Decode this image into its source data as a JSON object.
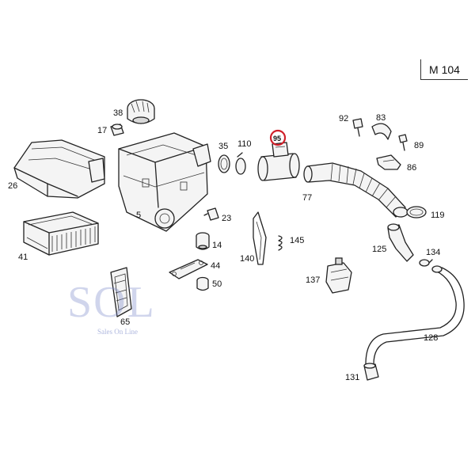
{
  "model_tag": "M 104",
  "watermark": {
    "letters": "SOL",
    "tagline": "Sales On Line"
  },
  "parts": {
    "p26": "26",
    "p38": "38",
    "p17": "17",
    "p5": "5",
    "p41": "41",
    "p23": "23",
    "p14": "14",
    "p44": "44",
    "p50": "50",
    "p65": "65",
    "p35": "35",
    "p110": "110",
    "p95": "95",
    "p140": "140",
    "p145": "145",
    "p92": "92",
    "p83": "83",
    "p89": "89",
    "p86": "86",
    "p77": "77",
    "p119": "119",
    "p125": "125",
    "p134": "134",
    "p137": "137",
    "p128": "128",
    "p131": "131"
  },
  "colors": {
    "highlight": "#d0202a",
    "line": "#222222",
    "watermark": "#7887c8"
  }
}
